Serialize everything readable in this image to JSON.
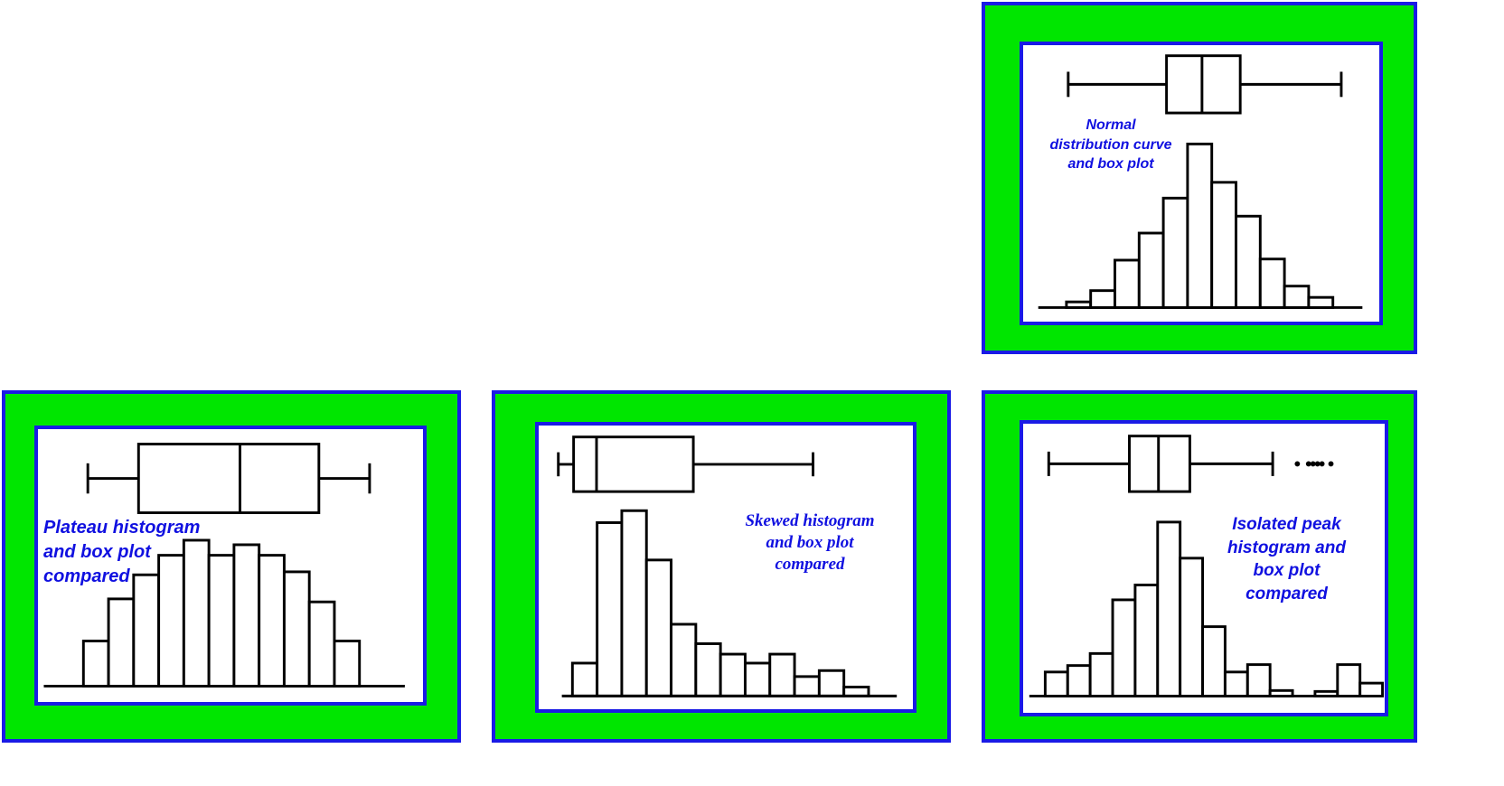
{
  "colors": {
    "frame_fill": "#00e600",
    "frame_border": "#1a1ae6",
    "caption": "#1010e0",
    "ink": "#000000"
  },
  "panels": {
    "normal": {
      "caption_lines": [
        "Normal",
        "distribution curve",
        "and box plot"
      ]
    },
    "plateau": {
      "caption_lines": [
        "Plateau histogram",
        "and box plot",
        "compared"
      ]
    },
    "skewed": {
      "caption_lines": [
        "Skewed histogram",
        "and box plot",
        "compared"
      ]
    },
    "isolated": {
      "caption_lines": [
        "Isolated peak",
        "histogram and",
        "box plot",
        "compared"
      ]
    }
  },
  "chart_data": [
    {
      "id": "normal",
      "type": "bar",
      "title": "",
      "values": [
        0.5,
        1.5,
        4.2,
        6.6,
        9.7,
        14.5,
        11.1,
        8.1,
        4.3,
        1.9,
        0.9
      ],
      "ylim": [
        0,
        16
      ],
      "boxplot": {
        "whisker_low": 0,
        "q1": 3.6,
        "median": 4.9,
        "q3": 6.3,
        "whisker_high": 10
      },
      "boxplot_axis": [
        0,
        10
      ],
      "grid": false
    },
    {
      "id": "plateau",
      "type": "bar",
      "title": "",
      "values": [
        3,
        5.8,
        7.4,
        8.7,
        9.7,
        8.7,
        9.4,
        8.7,
        7.6,
        5.6,
        3
      ],
      "ylim": [
        0,
        11
      ],
      "boxplot": {
        "whisker_low": 0,
        "q1": 1.8,
        "median": 5.4,
        "q3": 8.2,
        "whisker_high": 10
      },
      "boxplot_axis": [
        0,
        10
      ],
      "grid": false
    },
    {
      "id": "skewed",
      "type": "bar",
      "title": "",
      "values": [
        2.2,
        11.6,
        12.4,
        9.1,
        4.8,
        3.5,
        2.8,
        2.2,
        2.8,
        1.3,
        1.7,
        0.6
      ],
      "ylim": [
        0,
        13.5
      ],
      "boxplot": {
        "whisker_low": 0,
        "q1": 0.6,
        "median": 1.5,
        "q3": 5.3,
        "whisker_high": 10
      },
      "boxplot_axis": [
        0,
        10
      ],
      "grid": false
    },
    {
      "id": "isolated",
      "type": "bar",
      "title": "",
      "values": [
        2.6,
        3.3,
        4.6,
        10.4,
        12,
        18.8,
        14.9,
        7.5,
        2.6,
        3.4,
        0.6,
        0,
        0.5,
        3.4,
        1.4
      ],
      "ylim": [
        0,
        20
      ],
      "boxplot": {
        "whisker_low": 0,
        "q1": 3.6,
        "median": 4.9,
        "q3": 6.3,
        "whisker_high": 10
      },
      "boxplot_axis": [
        0,
        10
      ],
      "outliers": [
        11.1,
        11.6,
        11.8,
        12.0,
        12.2,
        12.6
      ],
      "grid": false
    }
  ]
}
